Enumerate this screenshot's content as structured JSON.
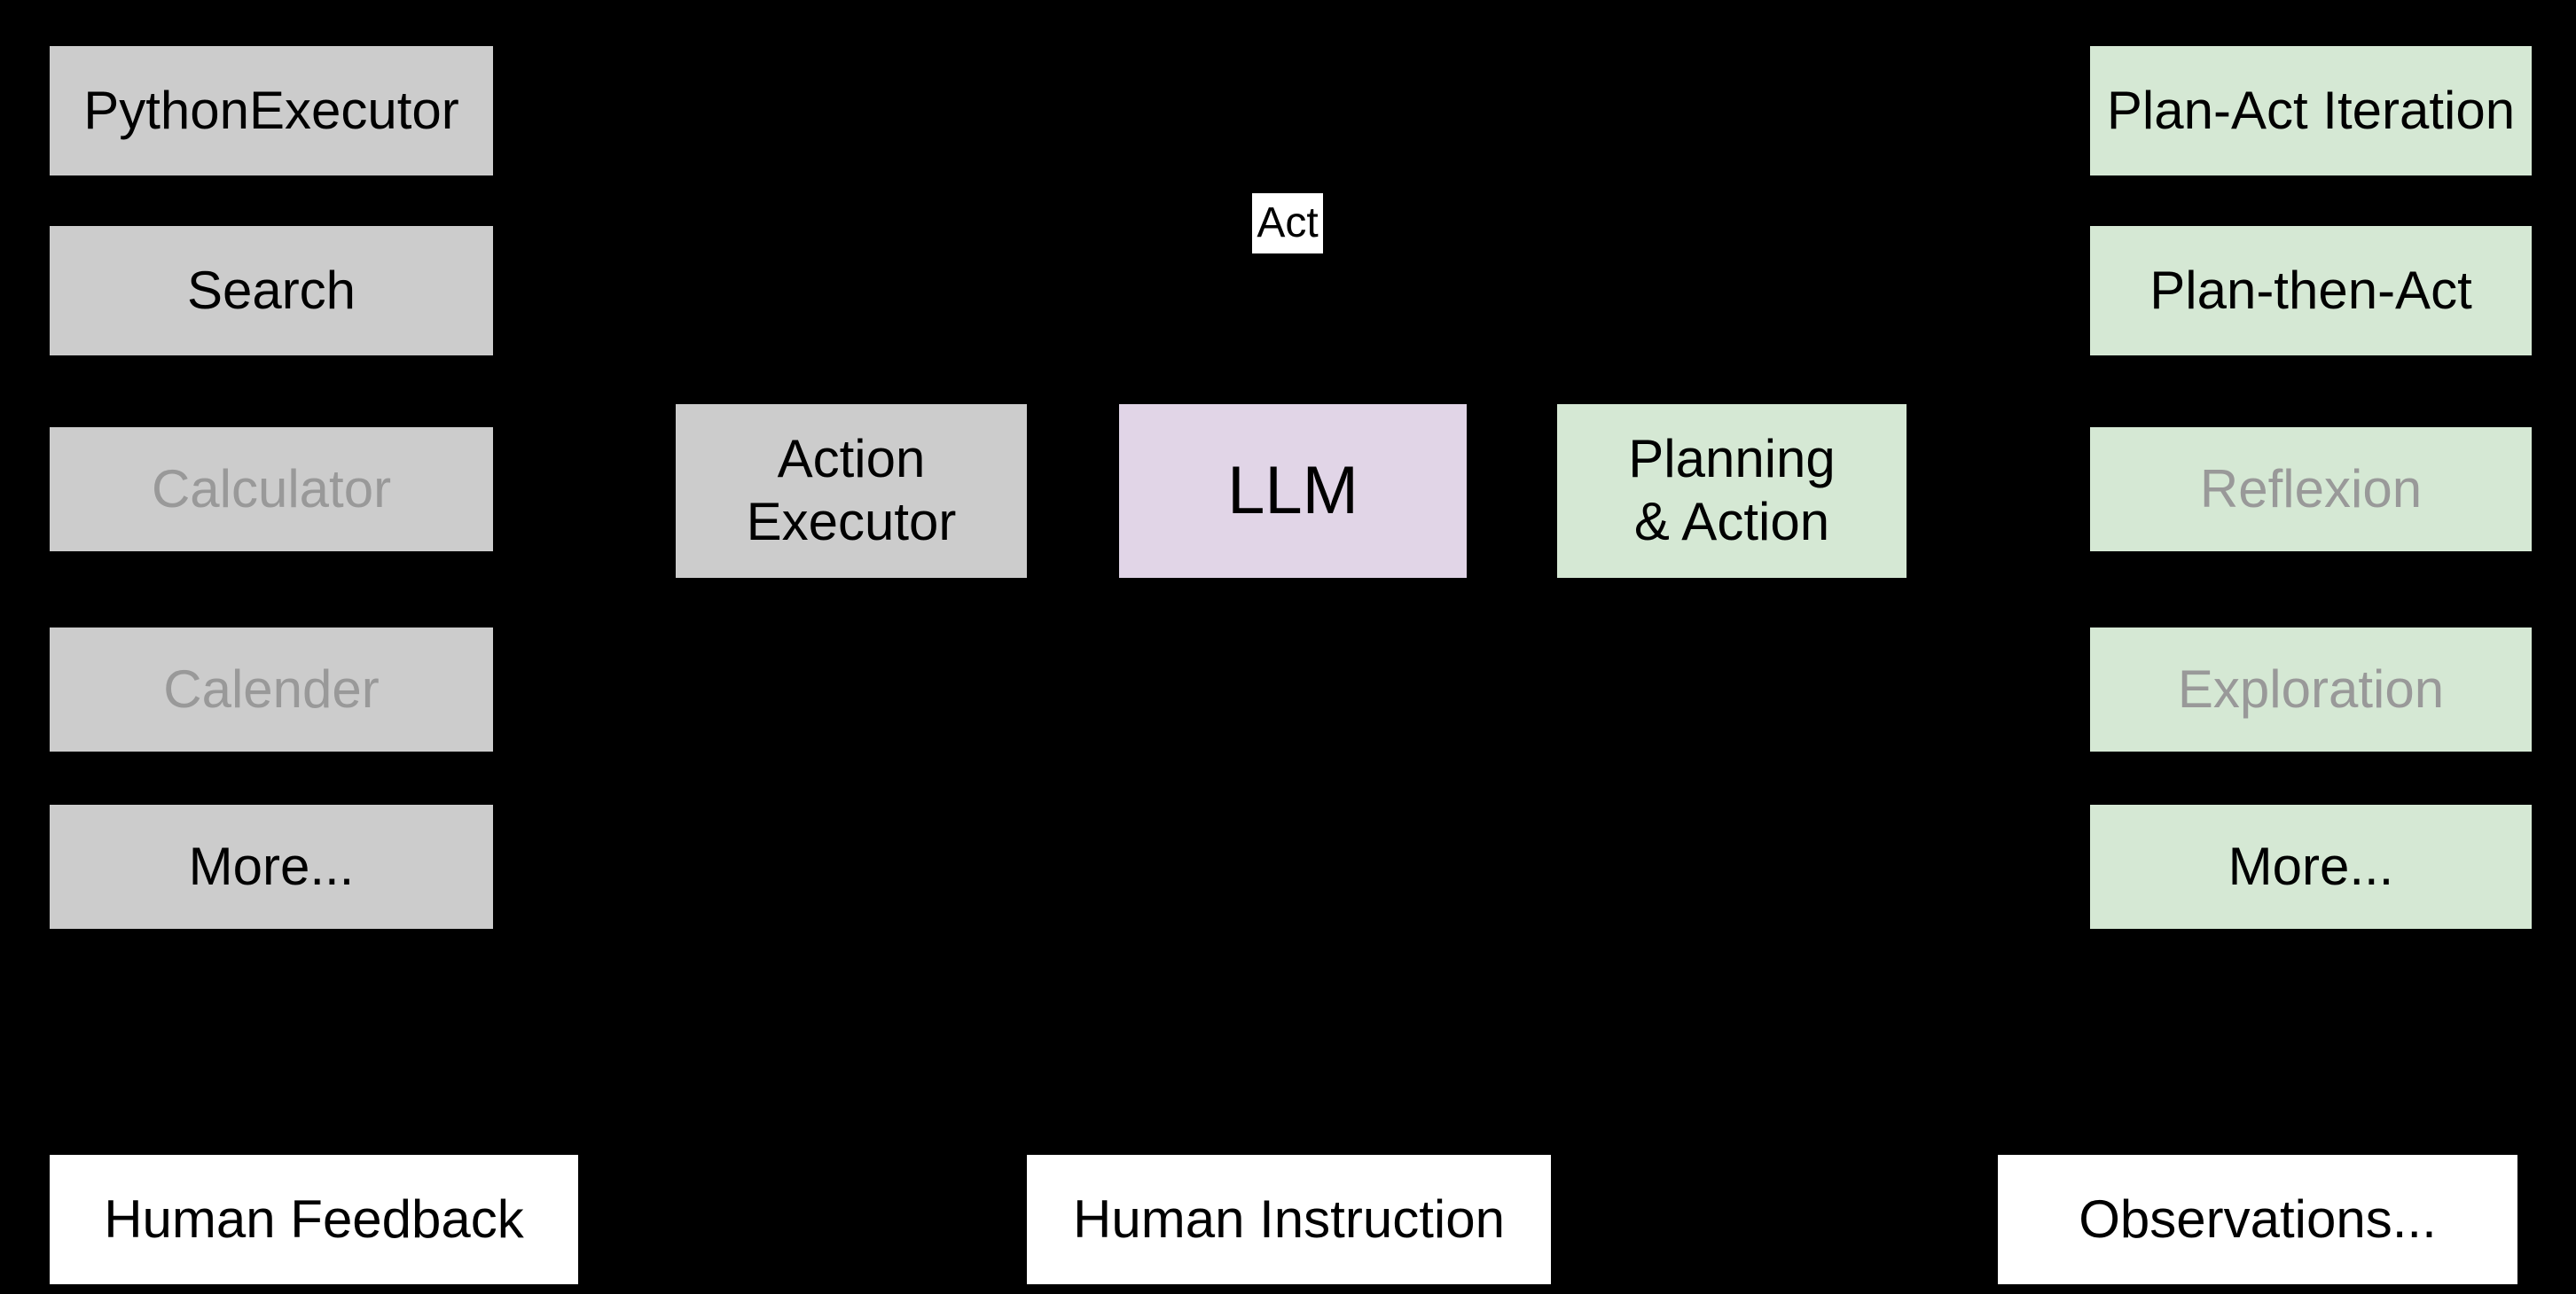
{
  "background_color": "#000000",
  "colors": {
    "tool_fill": "#cccccc",
    "strategy_fill": "#d5e8d4",
    "llm_fill": "#e1d5e7",
    "io_fill": "#ffffff",
    "text": "#000000",
    "muted_text": "#999999"
  },
  "tools_column": {
    "items": [
      {
        "label": "PythonExecutor",
        "muted": false
      },
      {
        "label": "Search",
        "muted": false
      },
      {
        "label": "Calculator",
        "muted": true
      },
      {
        "label": "Calender",
        "muted": true
      },
      {
        "label": "More...",
        "muted": false
      }
    ]
  },
  "center": {
    "act_label": "Act",
    "action_executor_label": "Action\nExecutor",
    "llm_label": "LLM",
    "planning_label": "Planning\n& Action"
  },
  "strategies_column": {
    "items": [
      {
        "label": "Plan-Act Iteration",
        "muted": false
      },
      {
        "label": "Plan-then-Act",
        "muted": false
      },
      {
        "label": "Reflexion",
        "muted": true
      },
      {
        "label": "Exploration",
        "muted": true
      },
      {
        "label": "More...",
        "muted": false
      }
    ]
  },
  "bottom_row": {
    "human_feedback_label": "Human Feedback",
    "human_instruction_label": "Human Instruction",
    "observations_label": "Observations..."
  }
}
